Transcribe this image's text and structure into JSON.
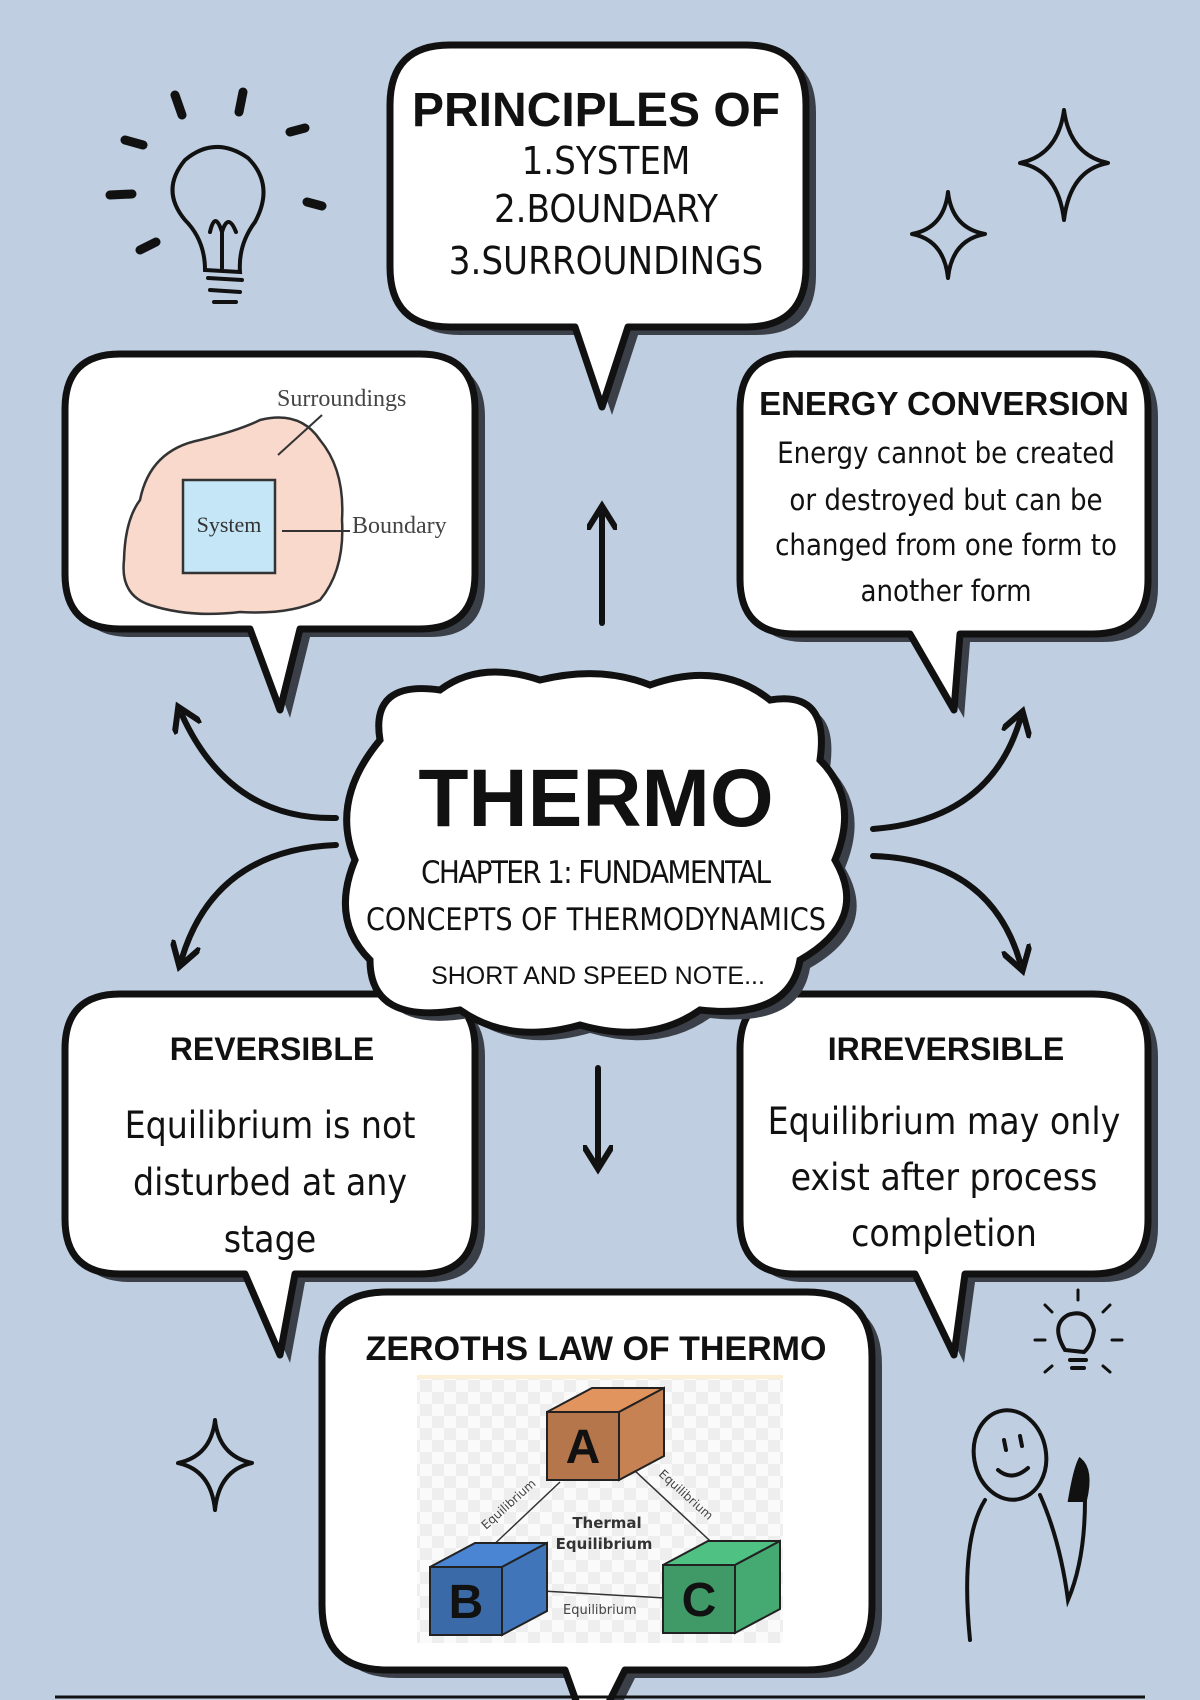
{
  "colors": {
    "background": "#bfcfe1",
    "bubble_fill": "#ffffff",
    "outline": "#111111",
    "shadow": "#3a3f48",
    "surroundings_fill": "#f9d9cc",
    "system_fill": "#c4e6f7",
    "cube_a": "#b5764c",
    "cube_b": "#3a6aa8",
    "cube_c": "#3f9a68"
  },
  "principles": {
    "title": "PRINCIPLES OF",
    "items": [
      "1.SYSTEM",
      "2.BOUNDARY",
      "3.SURROUNDINGS"
    ]
  },
  "system_diagram": {
    "surroundings": "Surroundings",
    "system": "System",
    "boundary": "Boundary"
  },
  "energy": {
    "title": "ENERGY CONVERSION",
    "lines": [
      "Energy cannot be created",
      "or destroyed but can be",
      "changed from one form to",
      "another form"
    ]
  },
  "center": {
    "title": "THERMO",
    "subtitle_lines": [
      "CHAPTER 1: FUNDAMENTAL",
      "CONCEPTS OF THERMODYNAMICS"
    ],
    "note": "SHORT AND SPEED NOTE..."
  },
  "reversible": {
    "title": "REVERSIBLE",
    "lines": [
      "Equilibrium is not",
      "disturbed at any",
      "stage"
    ]
  },
  "irreversible": {
    "title": "IRREVERSIBLE",
    "lines": [
      "Equilibrium may only",
      "exist after process",
      "completion"
    ]
  },
  "zeroth": {
    "title": "ZEROTHS LAW OF THERMO",
    "cube_a": "A",
    "cube_b": "B",
    "cube_c": "C",
    "center_label_lines": [
      "Thermal",
      "Equilibrium"
    ],
    "edge_ab": "Equilibrium",
    "edge_ac": "Equilibrium",
    "edge_bc": "Equilibrium"
  },
  "decorations": [
    "lightbulb-icon",
    "sparkle-icon",
    "sparkle-icon",
    "sparkle-icon",
    "stick-figure-idea-icon"
  ]
}
